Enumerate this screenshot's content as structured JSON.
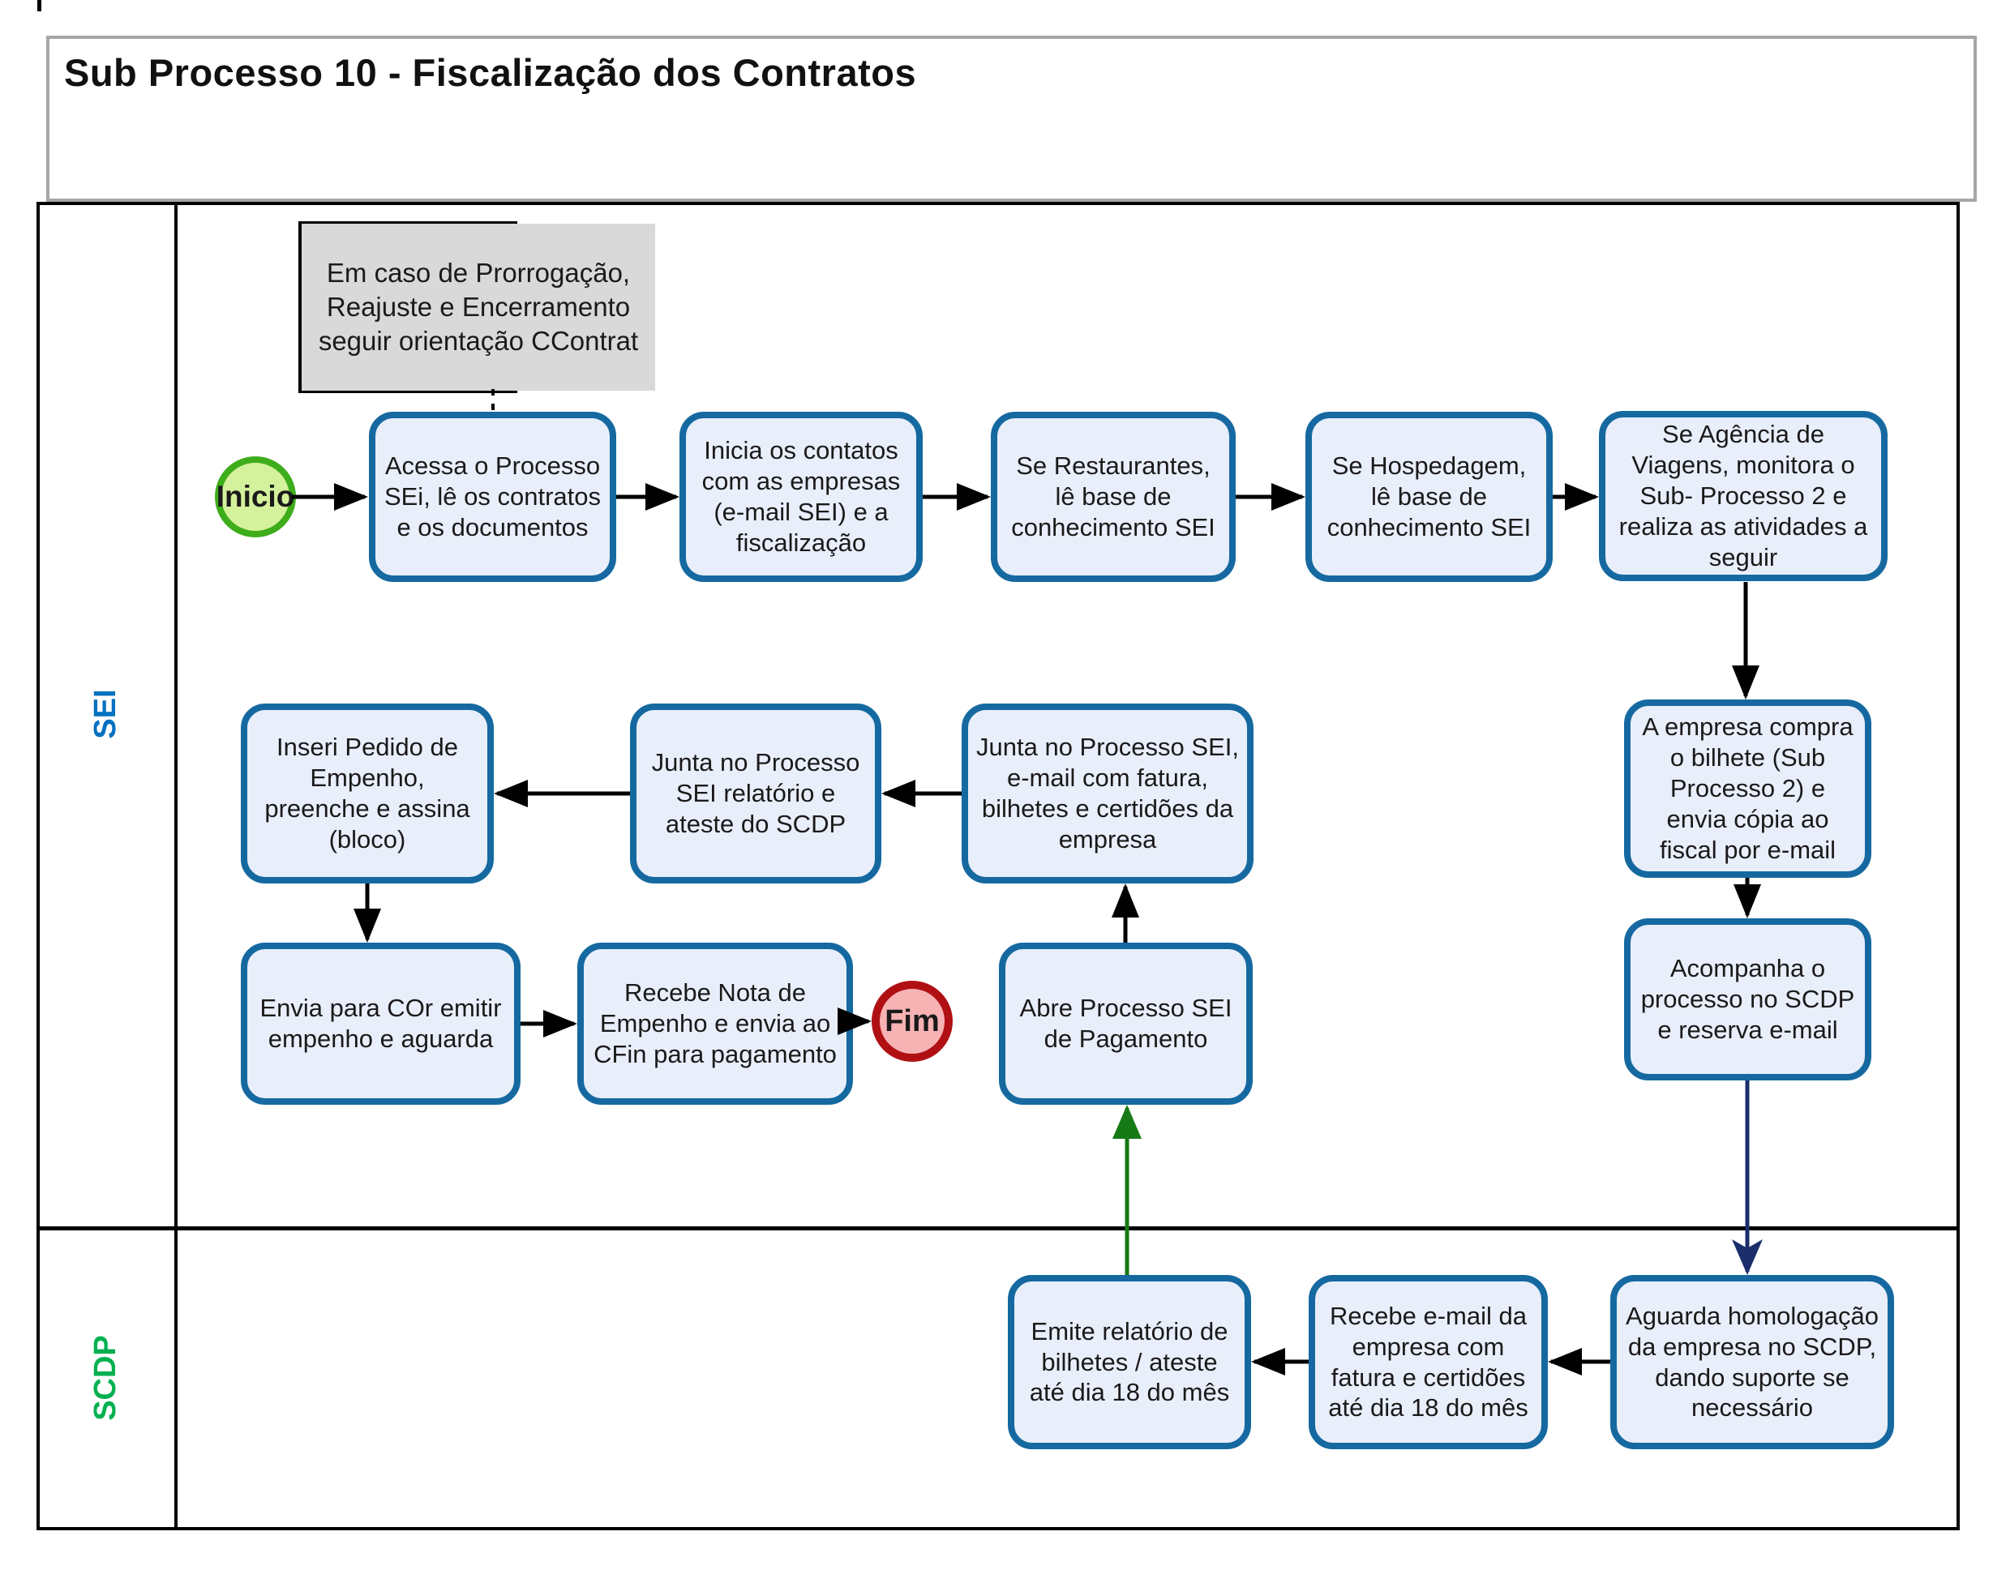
{
  "title": "Sub Processo 10 - Fiscalização dos Contratos",
  "lanes": {
    "sei": "SEI",
    "scdp": "SCDP"
  },
  "note": "Em caso de Prorrogação, Reajuste e Encerramento seguir orientação CContrat",
  "events": {
    "start": "Inicio",
    "end": "Fim"
  },
  "boxes": {
    "a1": "Acessa o Processo SEi, lê os contratos e os documentos",
    "a2": "Inicia os contatos com as empresas (e-mail SEI) e a fiscalização",
    "a3": "Se Restaurantes, lê base de conhecimento SEI",
    "a4": "Se Hospedagem, lê base de conhecimento SEI",
    "a5": "Se Agência de Viagens, monitora o Sub- Processo 2 e realiza as atividades a seguir",
    "b1": "Inseri Pedido de Empenho, preenche e assina (bloco)",
    "b2": "Junta no Processo SEI relatório e ateste do SCDP",
    "b3": "Junta no Processo SEI, e-mail com fatura, bilhetes e certidões da empresa",
    "b4": "A empresa compra o bilhete (Sub Processo 2) e envia cópia ao fiscal por e-mail",
    "c1": "Envia para COr emitir empenho e aguarda",
    "c2": "Recebe Nota de Empenho e envia ao CFin para pagamento",
    "c3": "Abre Processo SEI de Pagamento",
    "c4": "Acompanha o processo no SCDP e reserva e-mail",
    "d1": "Emite relatório de bilhetes / ateste até dia 18 do mês",
    "d2": "Recebe e-mail da empresa com fatura e certidões até dia 18 do mês",
    "d3": "Aguarda homologação da empresa no SCDP, dando suporte se necessário"
  },
  "colors": {
    "task_fill": "#e9eefb",
    "task_border": "#1569a0",
    "start_fill": "#d4f19b",
    "start_border": "#3ead1b",
    "end_fill": "#f7b2b4",
    "end_border": "#b01014",
    "lane_sei_label": "#0070c0",
    "lane_scdp_label": "#00b050",
    "arrow_black": "#000000",
    "arrow_navy": "#1b2d6b",
    "arrow_green": "#157a15",
    "note_bg": "#d9d9d9",
    "title_border": "#a6a6a6"
  }
}
